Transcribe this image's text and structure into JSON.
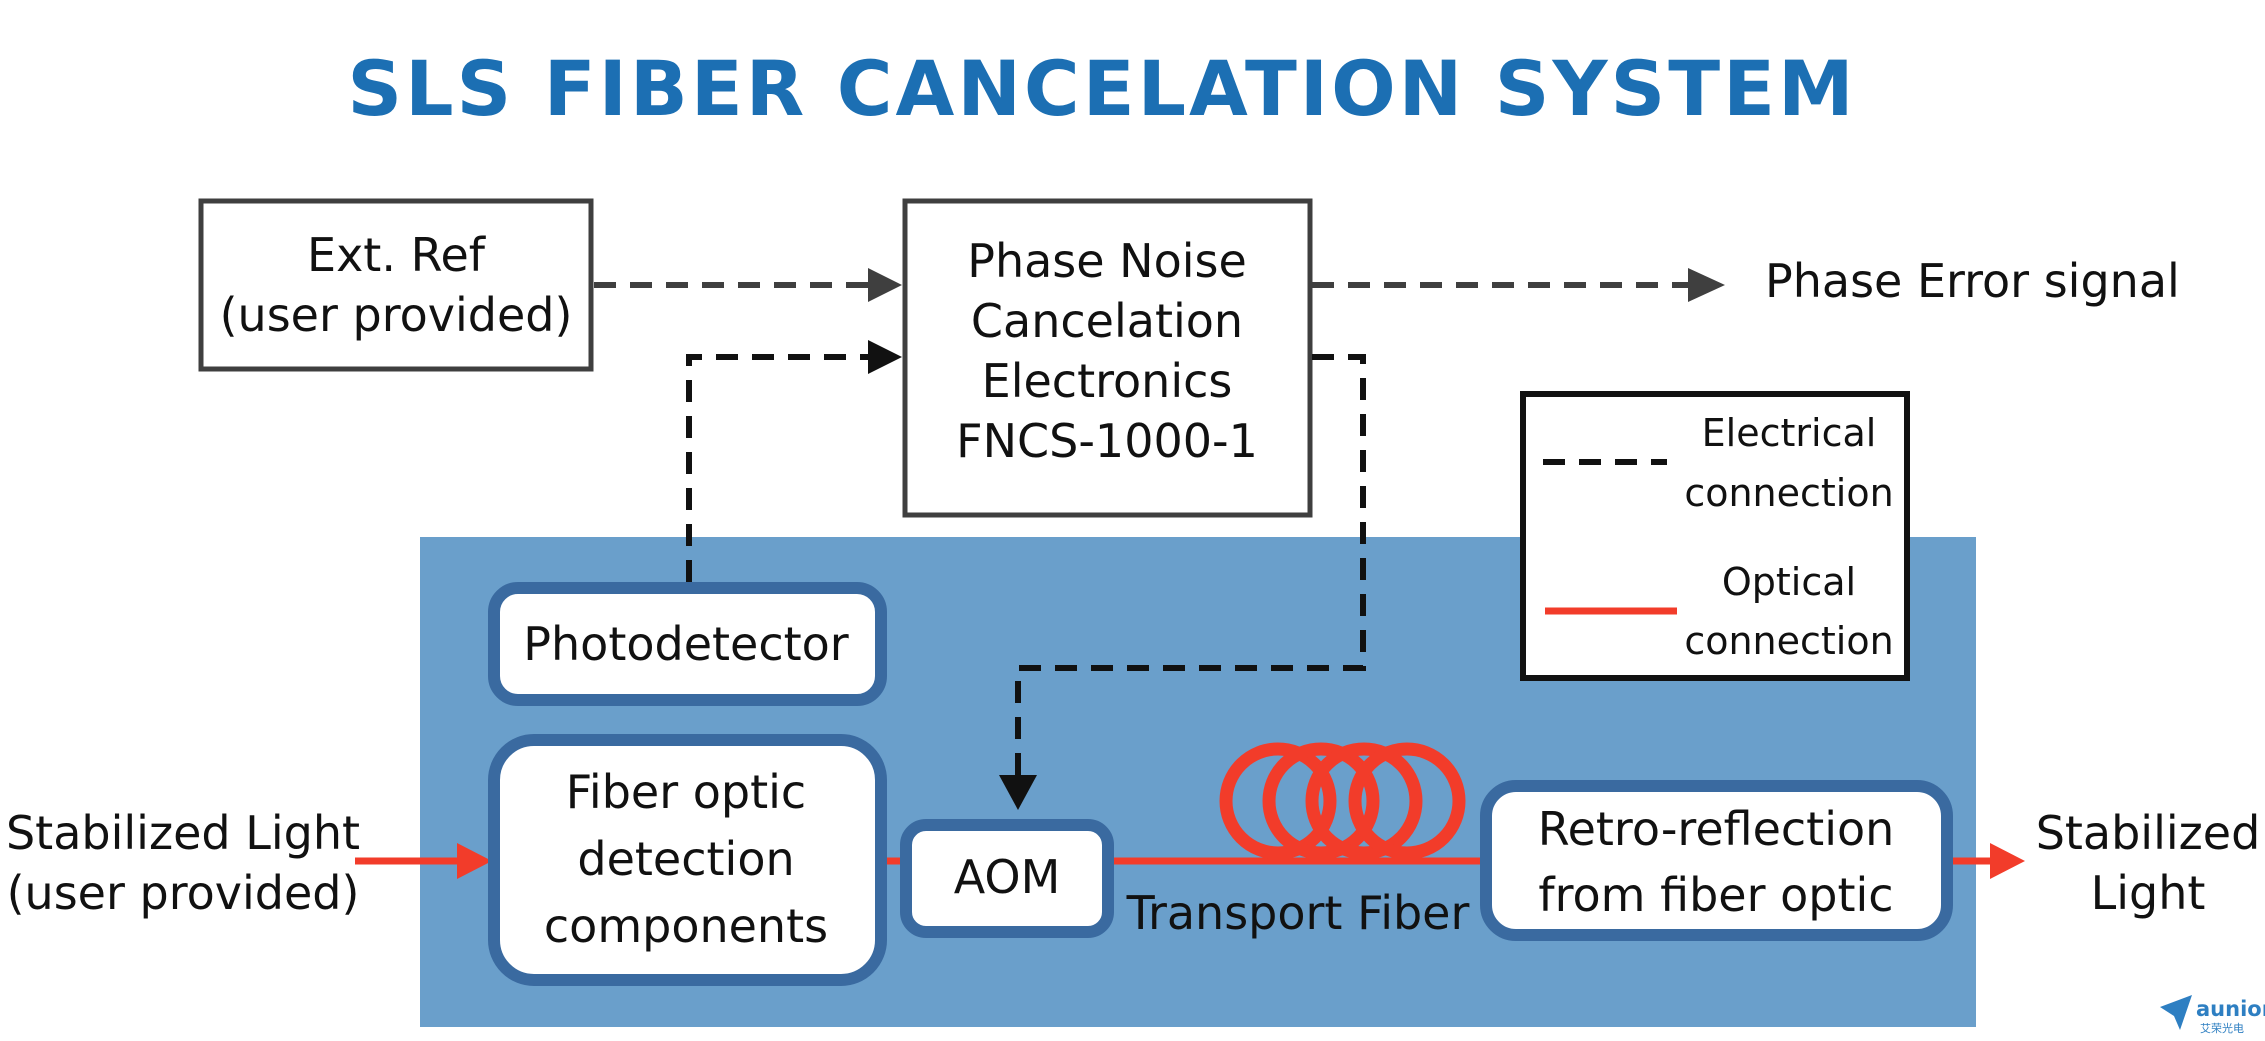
{
  "title": "SLS FIBER CANCELATION SYSTEM",
  "ext_ref": {
    "line1": "Ext. Ref",
    "line2": "(user provided)"
  },
  "pnce": {
    "line1": "Phase Noise",
    "line2": "Cancelation",
    "line3": "Electronics",
    "line4": "FNCS-1000-1"
  },
  "phase_error": "Phase Error signal",
  "photodetector": "Photodetector",
  "fiber_optic": {
    "line1": "Fiber optic",
    "line2": "detection",
    "line3": "components"
  },
  "aom": "AOM",
  "transport_fiber": "Transport Fiber",
  "retro": {
    "line1": "Retro-reflection",
    "line2": "from fiber optic"
  },
  "stabilized_in": {
    "line1": "Stabilized Light",
    "line2": "(user provided)"
  },
  "stabilized_out": {
    "line1": "Stabilized",
    "line2": "Light"
  },
  "legend": {
    "electrical_line1": "Electrical",
    "electrical_line2": "connection",
    "optical_line1": "Optical",
    "optical_line2": "connection"
  },
  "logo": {
    "name": "aunion",
    "sub": "艾荣光电"
  },
  "colors": {
    "title": "#1c6fb3",
    "panel": "#6a9fcb",
    "box_border": "#3a6aa0",
    "optical": "#f23c2a",
    "electrical": "#111111"
  }
}
